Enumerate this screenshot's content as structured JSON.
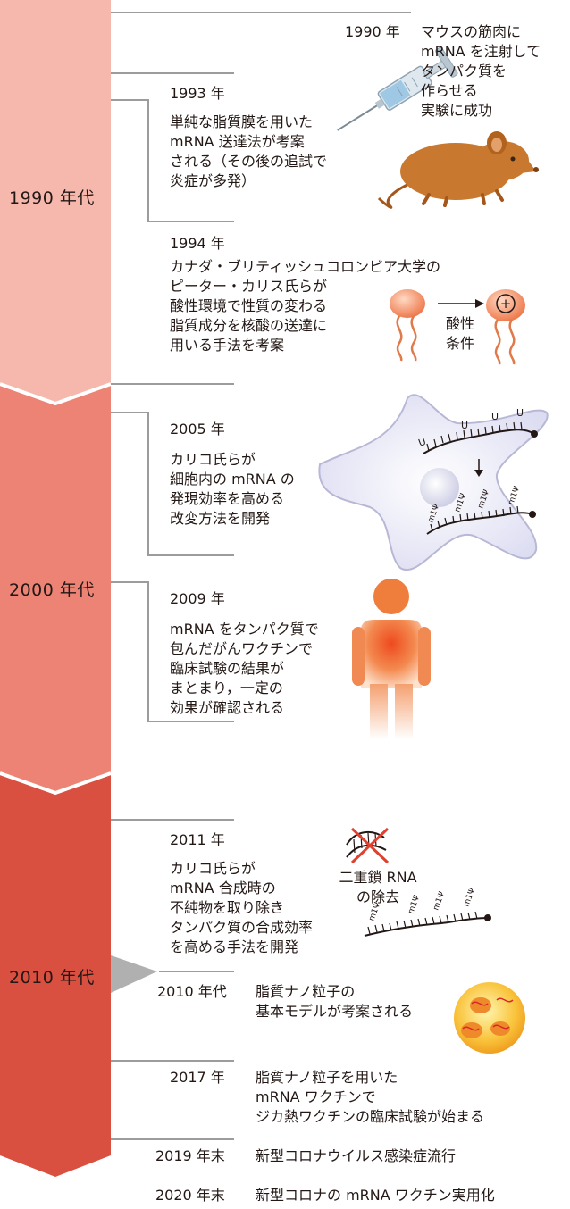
{
  "decades": [
    "1990 年代",
    "2000 年代",
    "2010 年代"
  ],
  "events": [
    {
      "year": "1990 年",
      "text": "マウスの筋肉に\nmRNA を注射して\nタンパク質を\n作らせる\n実験に成功"
    },
    {
      "year": "1993 年",
      "text": "単純な脂質膜を用いた\nmRNA 送達法が考案\nされる（その後の追試で\n炎症が多発）"
    },
    {
      "year": "1994 年",
      "text": "カナダ・ブリティッシュコロンビア大学の\nピーター・カリス氏らが\n酸性環境で性質の変わる\n脂質成分を核酸の送達に\n用いる手法を考案"
    },
    {
      "year": "2005 年",
      "text": "カリコ氏らが\n細胞内の mRNA の\n発現効率を高める\n改変方法を開発"
    },
    {
      "year": "2009 年",
      "text": "mRNA をタンパク質で\n包んだがんワクチンで\n臨床試験の結果が\nまとまり，一定の\n効果が確認される"
    },
    {
      "year": "2011 年",
      "text": "カリコ氏らが\nmRNA 合成時の\n不純物を取り除き\nタンパク質の合成効率\nを高める手法を開発"
    },
    {
      "year": "2010 年代",
      "text": "脂質ナノ粒子の\n基本モデルが考案される"
    },
    {
      "year": "2017 年",
      "text": "脂質ナノ粒子を用いた\nmRNA ワクチンで\nジカ熱ワクチンの臨床試験が始まる"
    },
    {
      "year": "2019 年末",
      "text": "新型コロナウイルス感染症流行"
    },
    {
      "year": "2020 年末",
      "text": "新型コロナの mRNA ワクチン実用化"
    }
  ],
  "labels": {
    "acid": "酸性\n条件",
    "dsrna": "二重鎖 RNA\nの除去",
    "plus": "+",
    "u": "U",
    "m1": "m1Ψ"
  },
  "colors": {
    "band_1990s": "#f6b8ad",
    "band_2000s": "#ec8374",
    "band_2010s": "#d95040",
    "line": "#9c9c9c",
    "mouse": "#c8792f",
    "human": "#ef7d3c"
  }
}
